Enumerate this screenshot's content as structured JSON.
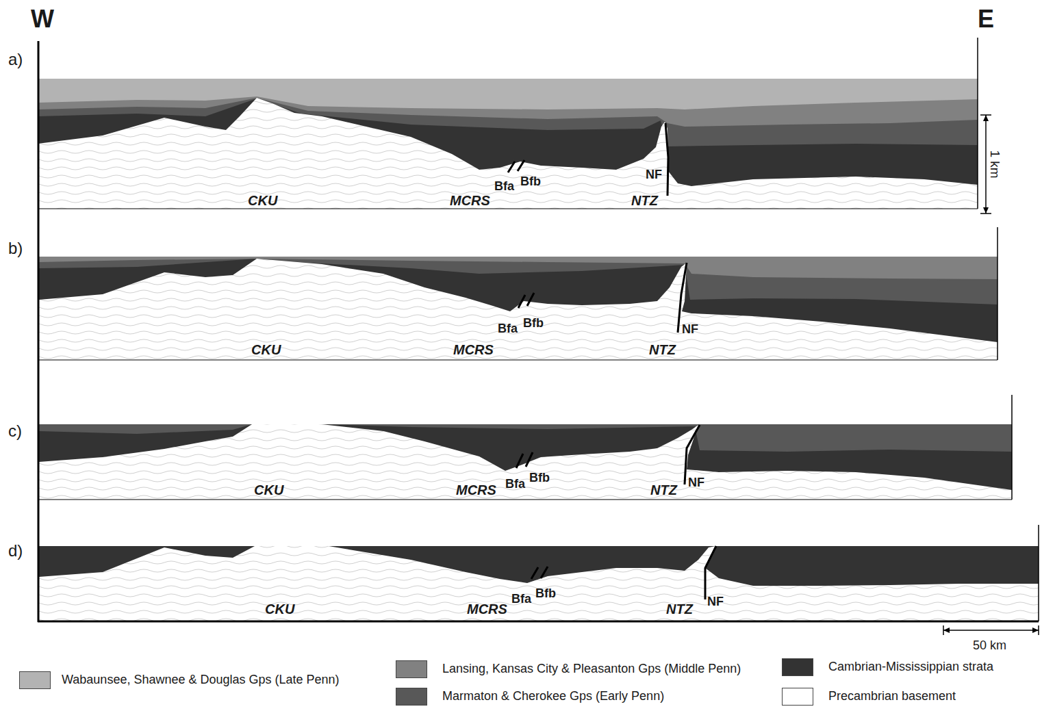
{
  "diagram": {
    "labels": [
      "W",
      "E",
      "a)",
      "1 km",
      "CKU",
      "MCRS",
      "Bfa",
      "Bfb",
      "NF",
      "NTZ",
      "b)",
      "CKU",
      "MCRS",
      "Bfa",
      "Bfb",
      "NF",
      "NTZ",
      "c)",
      "CKU",
      "MCRS",
      "Bfa",
      "Bfb",
      "NF",
      "NTZ",
      "d)",
      "CKU",
      "MCRS",
      "Bfa",
      "Bfb",
      "NF",
      "NTZ",
      "50 km"
    ],
    "legend": [
      {
        "text": "Wabaunsee, Shawnee & Douglas Gps (Late Penn)",
        "color": "#b3b3b3"
      },
      {
        "text": "Lansing, Kansas City & Pleasanton Gps (Middle Penn)",
        "color": "#818181"
      },
      {
        "text": "Marmaton & Cherokee Gps (Early Penn)",
        "color": "#585858"
      },
      {
        "text": "Cambrian-Mississippian strata",
        "color": "#333333"
      },
      {
        "text": "Precambrian basement",
        "color": "#ffffff"
      }
    ]
  }
}
